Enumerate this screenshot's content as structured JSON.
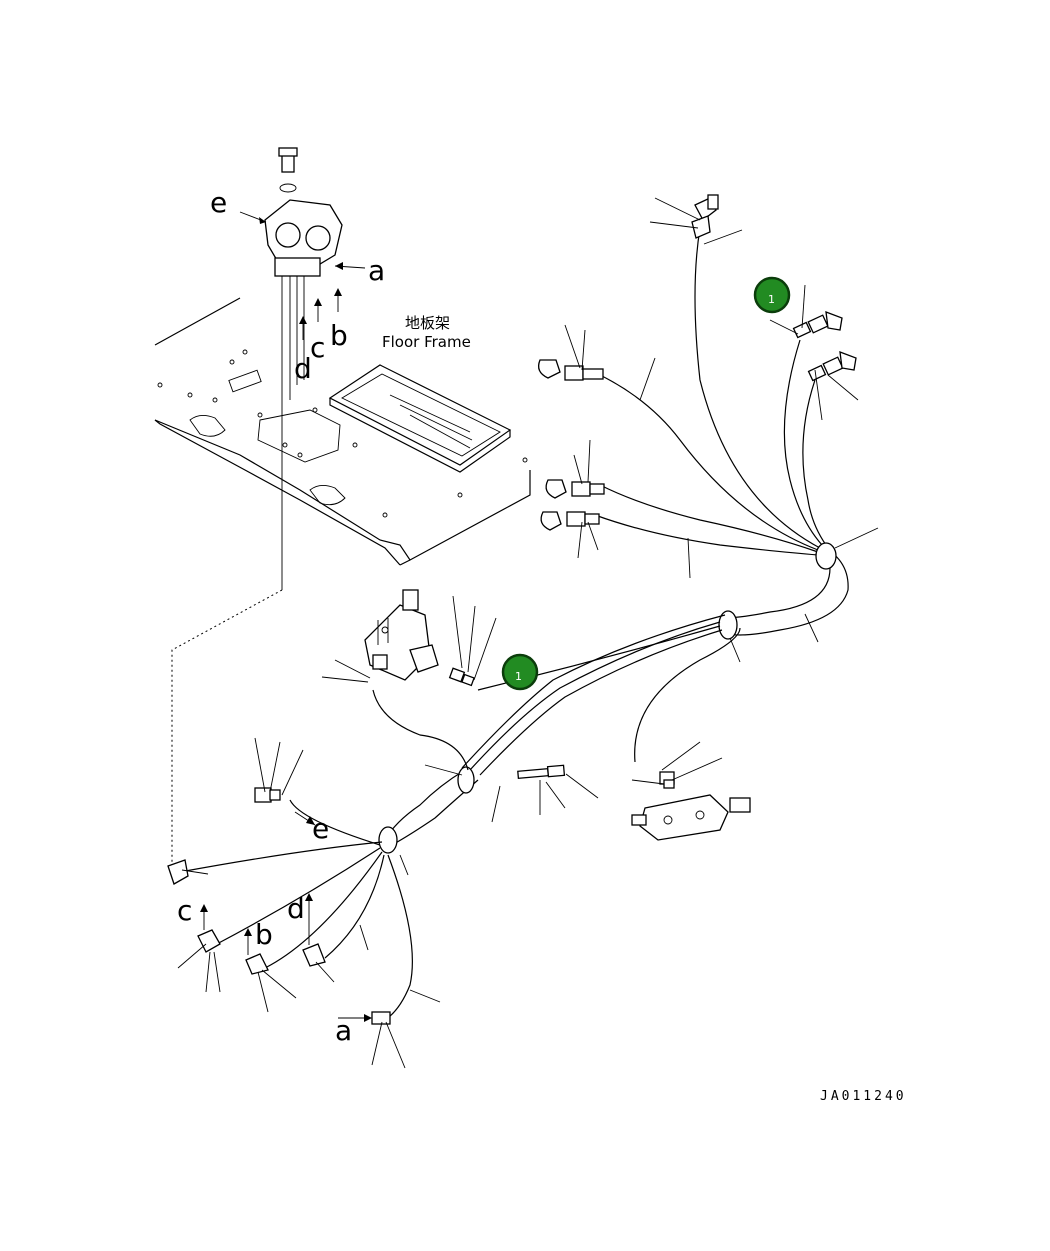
{
  "floor_frame": {
    "label_cn": "地板架",
    "label_en": "Floor Frame"
  },
  "letters": {
    "a": "a",
    "b": "b",
    "c": "c",
    "d": "d",
    "e": "e"
  },
  "callouts": [
    {
      "text": "1"
    },
    {
      "text": "1"
    }
  ],
  "drawing_code": "JA011240",
  "colors": {
    "callout_fill": "#228b22",
    "line": "#000000"
  }
}
